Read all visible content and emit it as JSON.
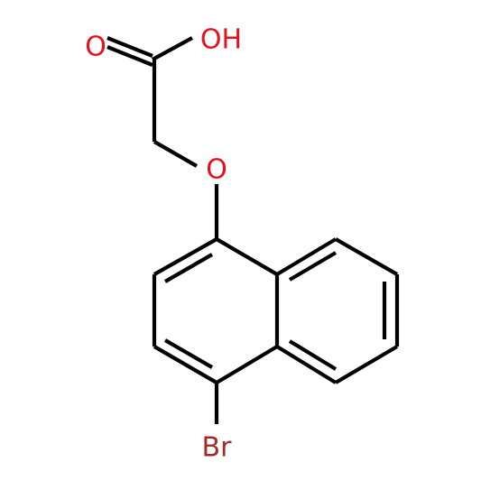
{
  "molecule": {
    "atoms": {
      "carbonyl_oxygen": "O",
      "hydroxyl": "OH",
      "ether_oxygen": "O",
      "bromine": "Br"
    }
  },
  "colors": {
    "bond": "#000000",
    "oxygen": "#e8101c",
    "bromine": "#a52a2a",
    "background": "#ffffff"
  }
}
